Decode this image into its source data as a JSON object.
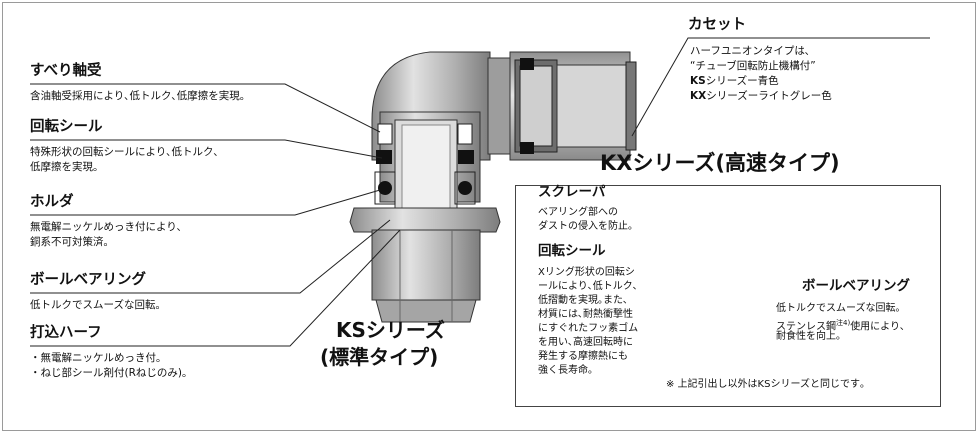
{
  "callouts_left": {
    "bearing": {
      "title": "すべり軸受",
      "lines": [
        "含油軸受採用により､低トルク､低摩擦を実現｡"
      ]
    },
    "seal": {
      "title": "回転シール",
      "lines": [
        "特殊形状の回転シールにより､低トルク､",
        "低摩擦を実現｡"
      ]
    },
    "holder": {
      "title": "ホルダ",
      "lines": [
        "無電解ニッケルめっき付により､",
        "銅系不可対策済｡"
      ]
    },
    "ball": {
      "title": "ボールベアリング",
      "lines": [
        "低トルクでスムーズな回転｡"
      ]
    },
    "half": {
      "title": "打込ハーフ",
      "lines": [
        "・無電解ニッケルめっき付｡",
        "・ねじ部シール剤付(Rねじのみ)｡"
      ]
    }
  },
  "cassette": {
    "title": "カセット",
    "lines": [
      "ハーフユニオンタイプは､",
      "“チューブ回転防止機構付”"
    ],
    "ks_prefix": "KS",
    "ks_rest": "シリーズー青色",
    "kx_prefix": "KX",
    "kx_rest": "シリーズーライトグレー色"
  },
  "ks_series": {
    "line1_prefix": "KS",
    "line1_rest": "シリーズ",
    "line2": "(標準タイプ)"
  },
  "kx_series": {
    "prefix": "KX",
    "rest": "シリーズ(高速タイプ)"
  },
  "kx_box": {
    "scraper": {
      "title": "スクレーパ",
      "lines": [
        "ベアリング部への",
        "ダストの侵入を防止｡"
      ]
    },
    "seal": {
      "title": "回転シール",
      "lines": [
        "Xリング形状の回転シ",
        "ールにより､低トルク､",
        "低摺動を実現｡また､",
        "材質には､耐熱衝撃性",
        "にすぐれたフッ素ゴム",
        "を用い､高速回転時に",
        "発生する摩擦熱にも",
        "強く長寿命｡"
      ]
    },
    "ball": {
      "title": "ボールベアリング",
      "lines": [
        "低トルクでスムーズな回転｡",
        "ステンレス鋼",
        "使用により､",
        "耐食性を向上｡"
      ],
      "note_sup": "注4)"
    },
    "footnote": "※ 上記引出し以外はKSシリーズと同じです｡"
  },
  "colors": {
    "line": "#222222",
    "body_gray": "#b9b9b9",
    "dark": "#111111"
  }
}
